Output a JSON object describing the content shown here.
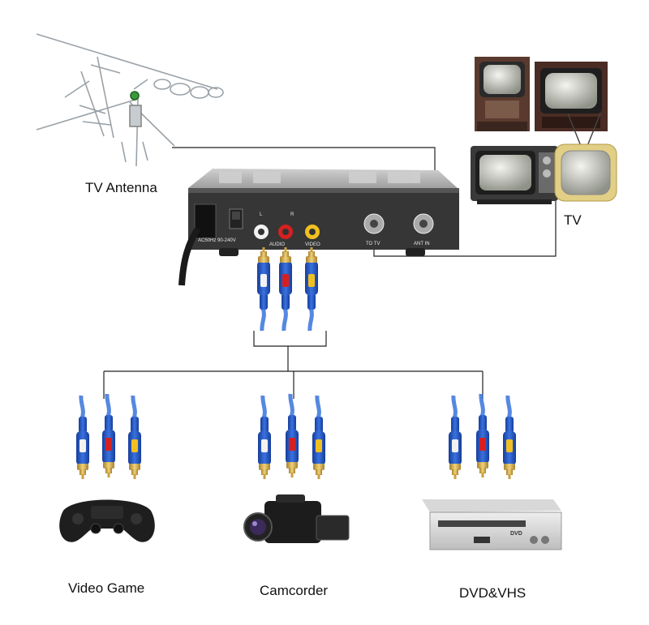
{
  "labels": {
    "antenna": "TV Antenna",
    "tv": "TV",
    "game": "Video Game",
    "camcorder": "Camcorder",
    "dvd": "DVD&VHS"
  },
  "box_labels": {
    "power": "AC50Hz\n90-240V",
    "audio": "AUDIO",
    "video": "VIDEO",
    "to_tv": "TO TV",
    "ant_in": "ANT IN",
    "left": "L",
    "right": "R"
  },
  "dvd_logo": "DVD",
  "colors": {
    "cable_blue": "#1f4fbf",
    "plug_white": "#f2f2f2",
    "plug_red": "#d62020",
    "plug_yellow": "#f0c020",
    "gold_tip": "#d9b04a",
    "box_body": "#3a3a3a",
    "box_top": "#b9b9b9",
    "line": "#222222"
  }
}
